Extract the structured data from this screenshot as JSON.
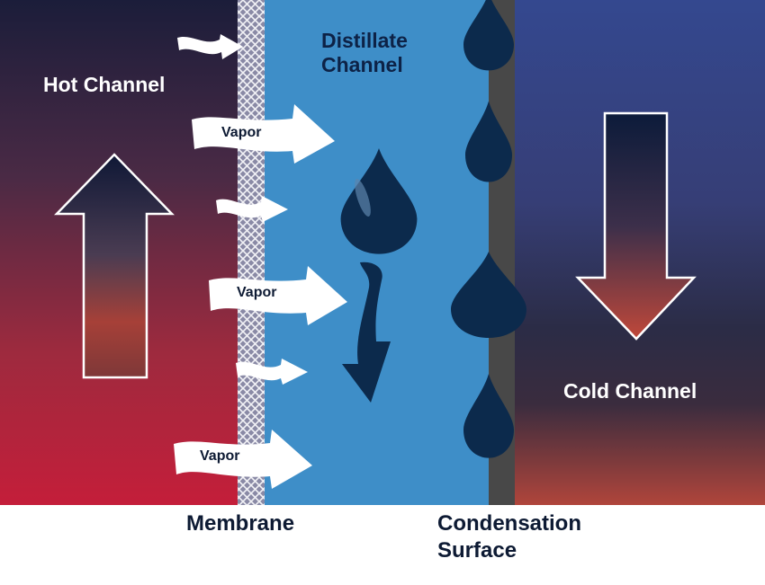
{
  "labels": {
    "hot_channel": "Hot Channel",
    "distillate_line1": "Distillate",
    "distillate_line2": "Channel",
    "cold_channel": "Cold Channel",
    "membrane": "Membrane",
    "condensation_line1": "Condensation",
    "condensation_line2": "Surface",
    "vapor_1": "Vapor",
    "vapor_2": "Vapor",
    "vapor_3": "Vapor"
  },
  "colors": {
    "hot_top": "#1b1d3a",
    "hot_bottom": "#c41e3a",
    "distillate": "#3e8ec8",
    "condenser_plate": "#484848",
    "cold_top": "#34488f",
    "cold_mid": "#2b2c46",
    "cold_bottom": "#b0453b",
    "droplet": "#0c2a4c",
    "label_dark": "#0d1a33",
    "label_navy": "#0d2246"
  },
  "icons": {
    "up_arrow": "up-arrow-icon",
    "down_arrow": "down-arrow-icon",
    "vapor_arrow": "vapor-arrow-icon",
    "droplet": "droplet-icon"
  }
}
